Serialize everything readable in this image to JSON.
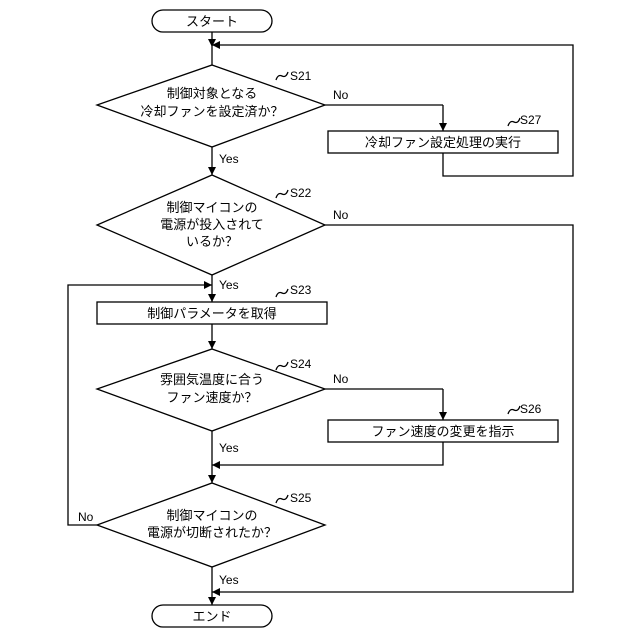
{
  "start": "スタート",
  "end": "エンド",
  "steps": {
    "s21": {
      "id": "S21",
      "line1": "制御対象となる",
      "line2": "冷却ファンを設定済か？"
    },
    "s22": {
      "id": "S22",
      "line1": "制御マイコンの",
      "line2": "電源が投入されて",
      "line3": "いるか？"
    },
    "s23": {
      "id": "S23",
      "text": "制御パラメータを取得"
    },
    "s24": {
      "id": "S24",
      "line1": "雰囲気温度に合う",
      "line2": "ファン速度か？"
    },
    "s25": {
      "id": "S25",
      "line1": "制御マイコンの",
      "line2": "電源が切断されたか？"
    },
    "s26": {
      "id": "S26",
      "text": "ファン速度の変更を指示"
    },
    "s27": {
      "id": "S27",
      "text": "冷却ファン設定処理の実行"
    }
  },
  "branch_labels": {
    "s21_no": "No",
    "s21_yes": "Yes",
    "s22_no": "No",
    "s22_yes": "Yes",
    "s24_no": "No",
    "s24_yes": "Yes",
    "s25_no": "No",
    "s25_yes": "Yes"
  }
}
